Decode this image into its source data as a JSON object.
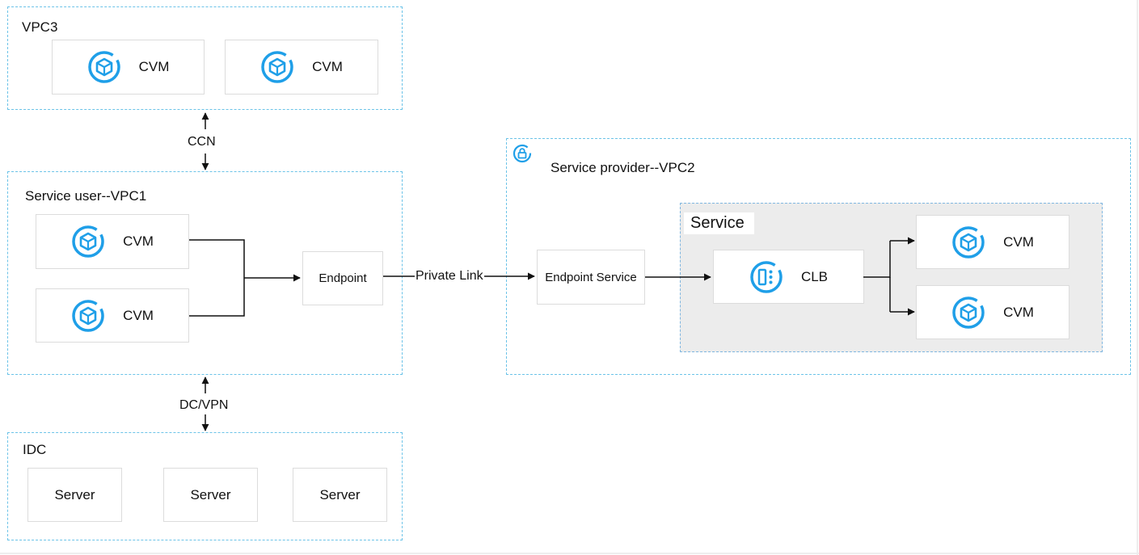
{
  "vpc3": {
    "label": "VPC3",
    "cvm1": "CVM",
    "cvm2": "CVM"
  },
  "connections": {
    "ccn": "CCN",
    "dc_vpn": "DC/VPN",
    "private_link": "Private Link"
  },
  "vpc1": {
    "label": "Service user--VPC1",
    "cvm1": "CVM",
    "cvm2": "CVM",
    "endpoint": "Endpoint"
  },
  "idc": {
    "label": "IDC",
    "servers": [
      "Server",
      "Server",
      "Server"
    ]
  },
  "vpc2": {
    "label": "Service provider--VPC2",
    "endpoint_service": "Endpoint Service",
    "service": {
      "label": "Service",
      "clb": "CLB",
      "cvm1": "CVM",
      "cvm2": "CVM"
    }
  },
  "colors": {
    "zone_border": "#6cc3e8",
    "icon_accent": "#1f9fe8",
    "service_bg": "#ececec"
  },
  "icons": {
    "cvm": "cvm-cube-icon",
    "clb": "clb-icon",
    "vpc_lock": "lock-icon"
  }
}
